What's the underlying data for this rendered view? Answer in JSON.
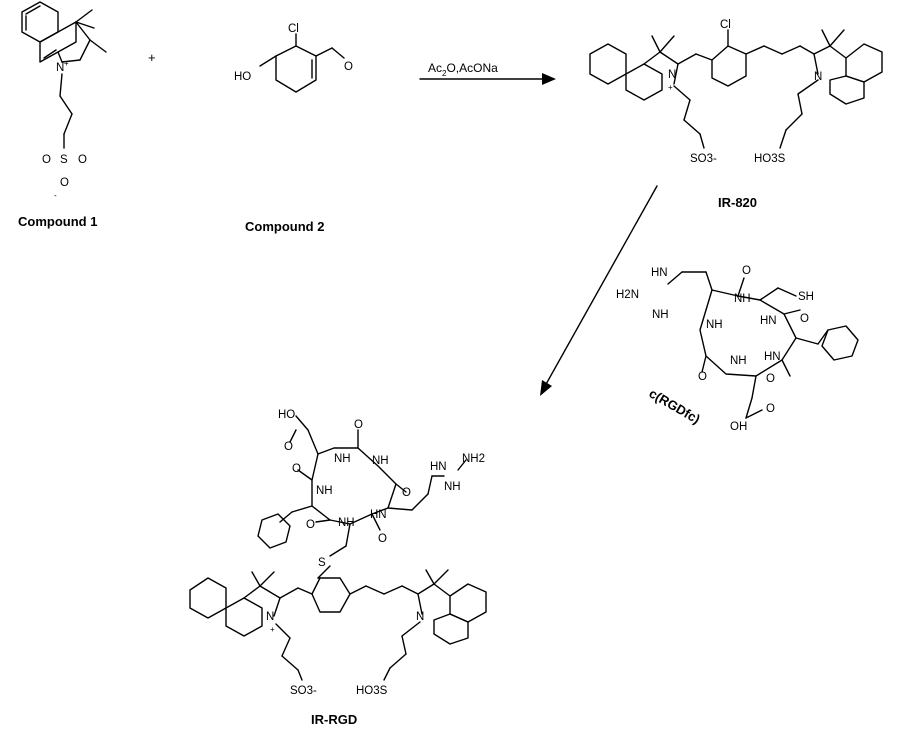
{
  "labels": {
    "compound1": "Compound 1",
    "compound2": "Compound 2",
    "ir820": "IR-820",
    "crgdfc": "c(RGDfc)",
    "irrgd": "IR-RGD"
  },
  "reaction": {
    "plus": "+",
    "conditions_a": "Ac",
    "conditions_sub": "2",
    "conditions_b": "O,AcONa"
  },
  "atoms": {
    "N": "N",
    "Nplus": "+",
    "S": "S",
    "O": "O",
    "Ominus": "-",
    "Cl": "Cl",
    "HO": "HO",
    "OH": "OH",
    "NH": "NH",
    "HN": "HN",
    "H2N": "H2N",
    "NH2": "NH2",
    "SH": "SH",
    "sulfonate": "SO3-",
    "sulfonicacid": "HO3S"
  }
}
